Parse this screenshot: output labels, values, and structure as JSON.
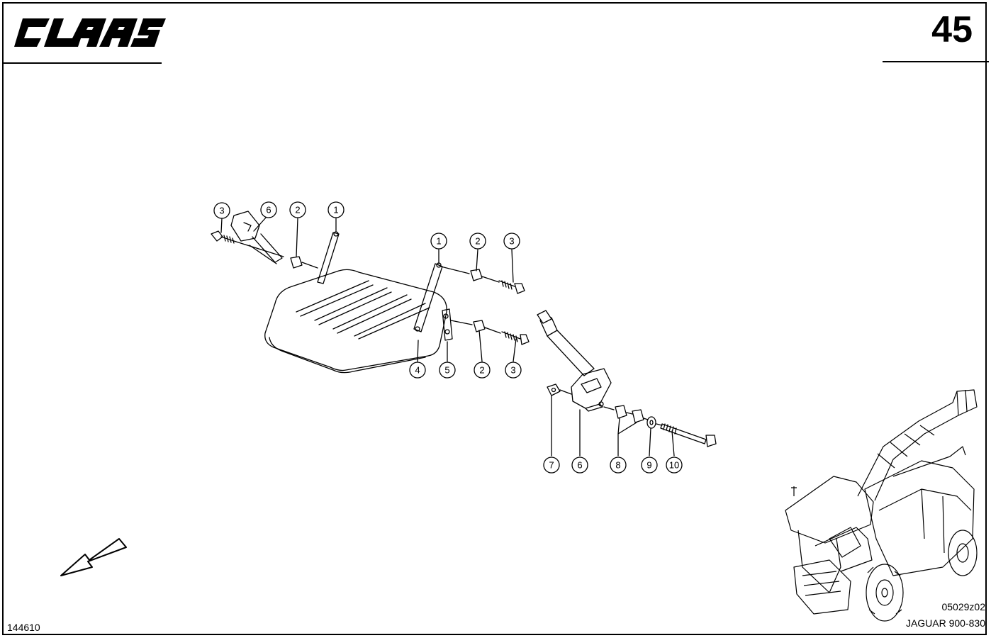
{
  "header": {
    "brand": "CLAAS",
    "page_number": "45"
  },
  "footer": {
    "doc_id": "144610",
    "figure_code": "05029z02",
    "model": "JAGUAR 900-830"
  },
  "callouts": {
    "left_group": [
      "3",
      "6",
      "2",
      "1"
    ],
    "upper_right_group": [
      "1",
      "2",
      "3"
    ],
    "lower_group": [
      "4",
      "5",
      "2",
      "3"
    ],
    "belt_group": [
      "7",
      "6",
      "8",
      "9",
      "10"
    ]
  },
  "icons": {
    "direction": "arrow-southwest-icon",
    "vehicle": "forage-harvester-icon"
  }
}
